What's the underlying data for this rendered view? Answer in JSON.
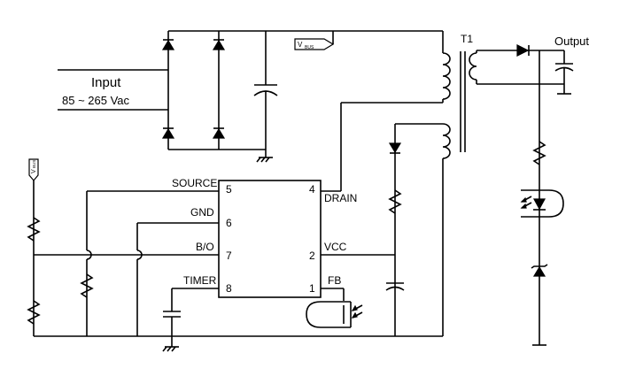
{
  "labels": {
    "input_title": "Input",
    "input_range": "85 ~ 265 Vac",
    "output": "Output",
    "transformer": "T1",
    "vbus": "V",
    "vbus_sub": "BUS",
    "vbus_left": "V",
    "vbus_left_sub": "BUS"
  },
  "ic": {
    "pins": [
      {
        "name": "SOURCE",
        "num": "5"
      },
      {
        "name": "GND",
        "num": "6"
      },
      {
        "name": "B/O",
        "num": "7"
      },
      {
        "name": "TIMER",
        "num": "8"
      },
      {
        "name": "DRAIN",
        "num": "4"
      },
      {
        "name": "VCC",
        "num": "2"
      },
      {
        "name": "FB",
        "num": "1"
      }
    ]
  },
  "colors": {
    "line": "#000000",
    "background": "#ffffff"
  }
}
